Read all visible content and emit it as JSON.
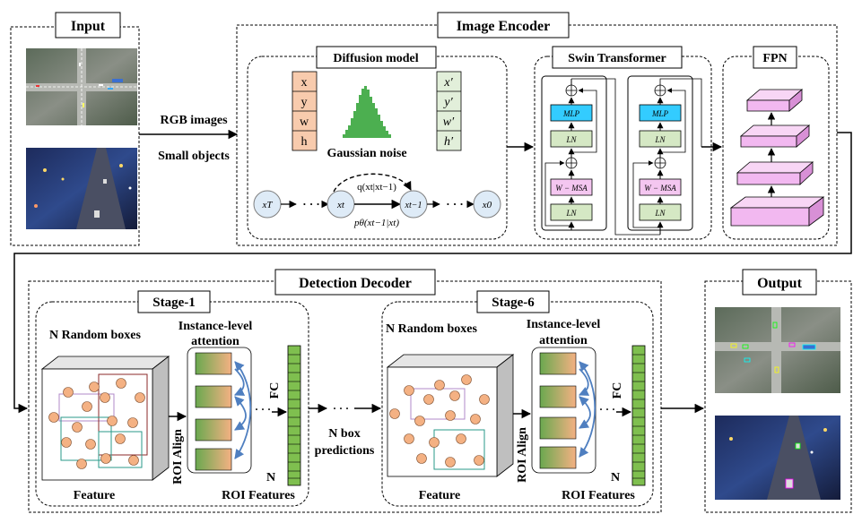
{
  "input": {
    "title": "Input",
    "arrow_label_1": "RGB images",
    "arrow_label_2": "Small objects"
  },
  "encoder": {
    "title": "Image Encoder",
    "diffusion": {
      "title": "Diffusion model",
      "box_left": [
        "x",
        "y",
        "w",
        "h"
      ],
      "box_right": [
        "x′",
        "y′",
        "w′",
        "h′"
      ],
      "noise_label": "Gaussian noise",
      "q_label": "q(xt|xt−1)",
      "p_label": "pθ(xt−1|xt)",
      "nodes": [
        "xT",
        "xt",
        "xt−1",
        "x0"
      ],
      "dots": "· · ·"
    },
    "swin": {
      "title": "Swin Transformer",
      "blocks": [
        "MLP",
        "LN",
        "W − MSA",
        "LN"
      ]
    },
    "fpn": {
      "title": "FPN"
    }
  },
  "decoder": {
    "title": "Detection Decoder",
    "stage1": {
      "title": "Stage-1",
      "random_boxes": "N  Random boxes",
      "attention": "Instance-level attention",
      "roi_align": "ROI Align",
      "fc": "FC",
      "n": "N",
      "feature": "Feature",
      "roi_features": "ROI Features"
    },
    "stage6": {
      "title": "Stage-6",
      "random_boxes": "N  Random boxes",
      "attention": "Instance-level attention",
      "roi_align": "ROI Align",
      "fc": "FC",
      "n": "N",
      "feature": "Feature",
      "roi_features": "ROI Features"
    },
    "middle_label_1": "N box",
    "middle_label_2": "predictions",
    "dots": "· · ·"
  },
  "output": {
    "title": "Output"
  },
  "colors": {
    "peach": "#f8cbad",
    "green_box": "#e2efda",
    "mlp_cyan": "#33ccff",
    "ln_green": "#d5e8c4",
    "msa_pink": "#f4c6f0",
    "fpn_pink": "#f2b8f0",
    "circle_orange": "#f4b183",
    "node_blue": "#deebf7",
    "fc_green": "#7fbf4f",
    "arrow_blue": "#4f7fc0"
  }
}
